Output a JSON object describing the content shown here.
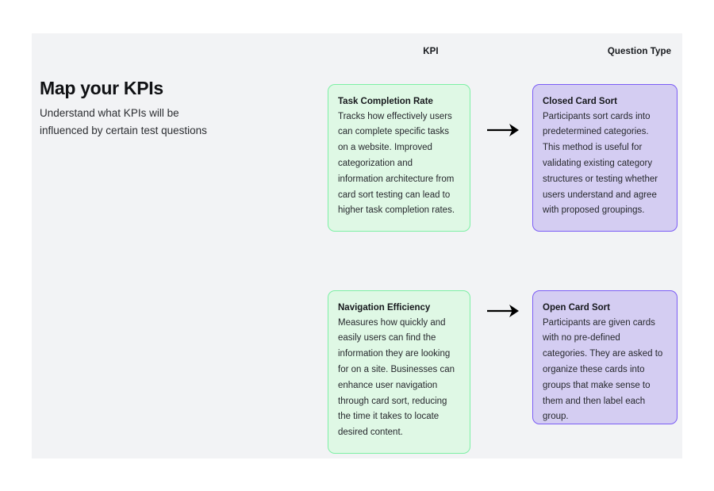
{
  "headers": {
    "kpi": "KPI",
    "question_type": "Question Type"
  },
  "intro": {
    "title": "Map your KPIs",
    "subtitle": "Understand what KPIs will be influenced by certain test questions"
  },
  "rows": [
    {
      "kpi": {
        "title": "Task Completion Rate",
        "body": "Tracks how effectively users can complete specific tasks on a website. Improved categorization and information architecture from card sort testing can lead to higher task completion rates."
      },
      "arrow": "arrow-right-icon",
      "question_type": {
        "title": "Closed Card Sort",
        "body": "Participants sort cards into predetermined categories. This method is useful for validating existing category structures or testing whether users understand and agree with proposed groupings."
      }
    },
    {
      "kpi": {
        "title": "Navigation Efficiency",
        "body": "Measures how quickly and easily users can find the information they are looking for on a site. Businesses can enhance user navigation through card sort, reducing the time it takes to locate desired content."
      },
      "arrow": "arrow-right-icon",
      "question_type": {
        "title": "Open Card Sort",
        "body": "Participants are given cards with no pre-defined categories. They are asked to organize these cards into groups that make sense to them and then label each group."
      }
    }
  ],
  "colors": {
    "canvas_background": "#f2f3f5",
    "page_background": "#ffffff",
    "kpi_card_fill": "#dff8e5",
    "kpi_card_border": "#7ef0a5",
    "question_card_fill": "#d4cdf2",
    "question_card_border": "#7b5cf5",
    "text_primary": "#16181c",
    "arrow": "#000000"
  }
}
